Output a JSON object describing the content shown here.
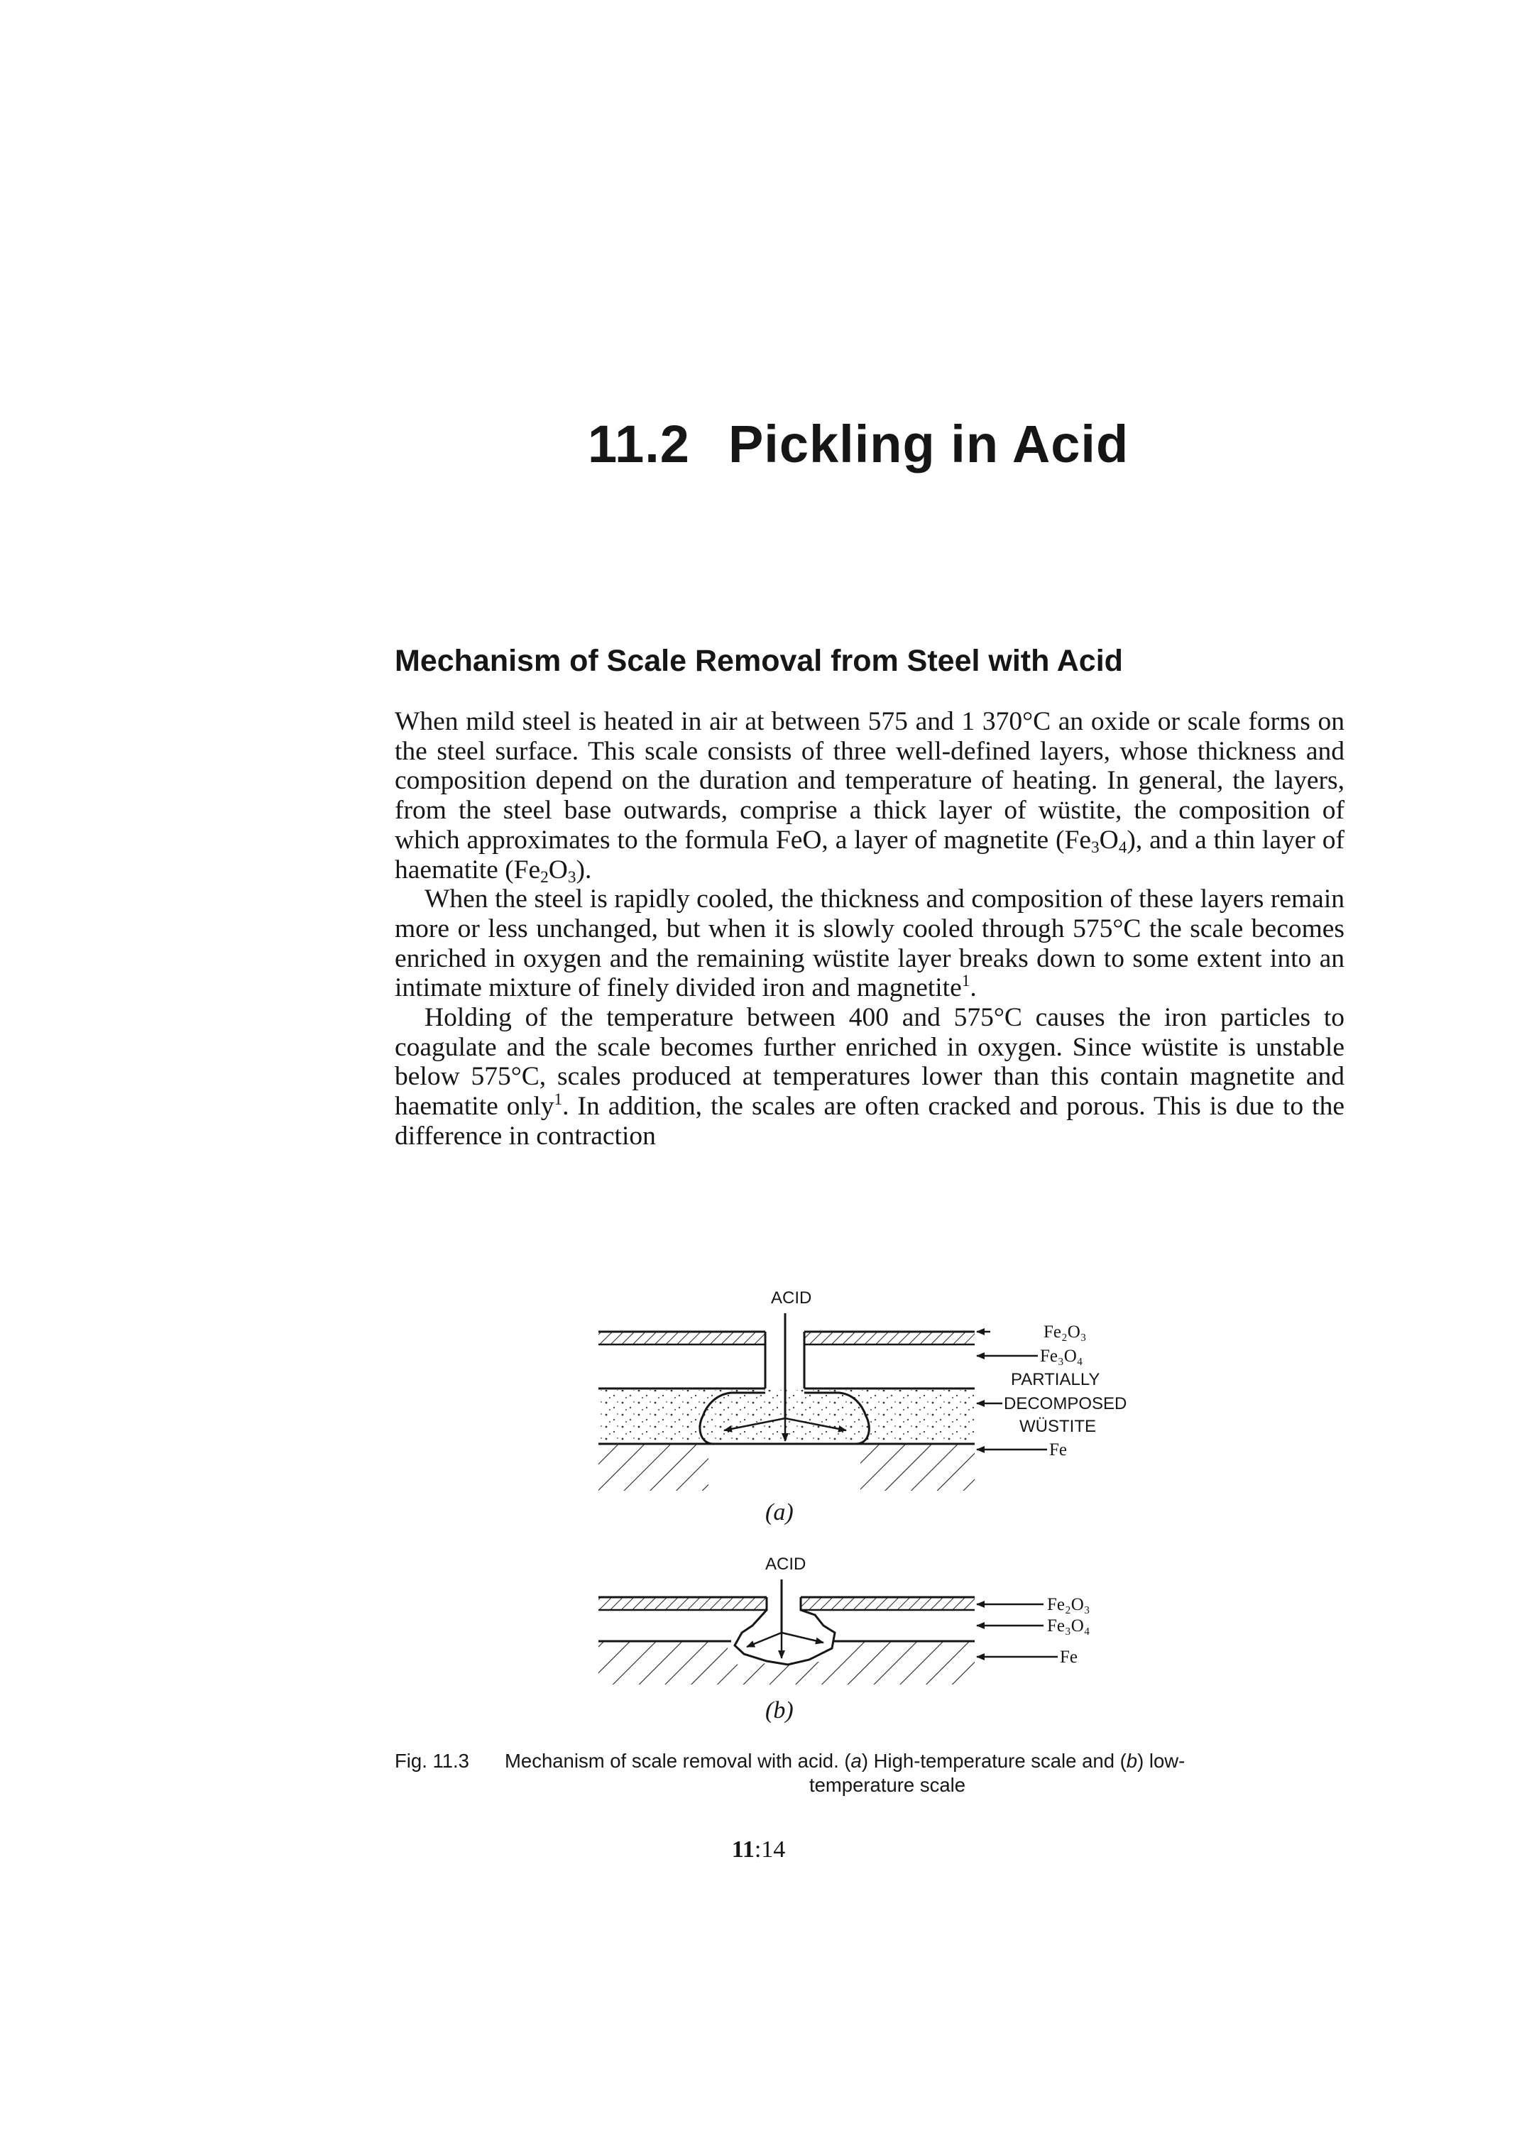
{
  "chapter": {
    "number": "11.2",
    "title": "Pickling in Acid"
  },
  "section": {
    "heading": "Mechanism of Scale Removal from Steel with Acid"
  },
  "paragraphs": [
    [
      {
        "t": "When mild steel is heated in air at between 575 and 1 370°C an oxide or scale forms on the steel surface. This scale consists of three well-defined layers, whose thickness and composition depend on the duration and temperature of heating. In general, the layers, from the steel base outwards, comprise a thick layer of wüstite, the composition of which approximates to the formula FeO, a layer of magnetite ("
      },
      {
        "t": "Fe",
        "nw": true
      },
      {
        "sub": "3"
      },
      {
        "t": "O"
      },
      {
        "sub": "4"
      },
      {
        "t": "), and a thin layer of haematite ("
      },
      {
        "t": "Fe"
      },
      {
        "sub": "2"
      },
      {
        "t": "O"
      },
      {
        "sub": "3"
      },
      {
        "t": ")."
      }
    ],
    [
      {
        "t": "When the steel is rapidly cooled, the thickness and composition of these layers remain more or less unchanged, but when it is slowly cooled through 575°C the scale becomes enriched in oxygen and the remaining wüstite layer breaks down to some extent into an intimate mixture of finely divided iron and magnetite"
      },
      {
        "sup": "1"
      },
      {
        "t": "."
      }
    ],
    [
      {
        "t": "Holding of the temperature between 400 and 575°C causes the iron particles to coagulate and the scale becomes further enriched in oxygen. Since wüstite is unstable below 575°C, scales produced at temperatures lower than this contain magnetite and haematite only"
      },
      {
        "sup": "1"
      },
      {
        "t": ". In addition, the scales are often cracked and porous. This is due to the difference in contraction"
      }
    ]
  ],
  "figure": {
    "panel_a": {
      "acid_label": "ACID",
      "layer_fe2o3": "Fe₂O₃",
      "layer_fe3o4": "Fe₃O₄",
      "layer_wustite_1": "PARTIALLY",
      "layer_wustite_2": "DECOMPOSED",
      "layer_wustite_3": "WÜSTITE",
      "layer_fe": "Fe",
      "panel_label": "(a)"
    },
    "panel_b": {
      "acid_label": "ACID",
      "layer_fe2o3": "Fe₂O₃",
      "layer_fe3o4": "Fe₃O₄",
      "layer_fe": "Fe",
      "panel_label": "(b)"
    }
  },
  "caption": {
    "figure_number": "Fig. 11.3",
    "text_1": "Mechanism of scale removal with acid. (",
    "a": "a",
    "text_2": ") High-temperature scale and (",
    "b": "b",
    "text_3": ") low-",
    "text_4": "temperature scale"
  },
  "page_number": {
    "chapter": "11",
    "page": "14"
  }
}
